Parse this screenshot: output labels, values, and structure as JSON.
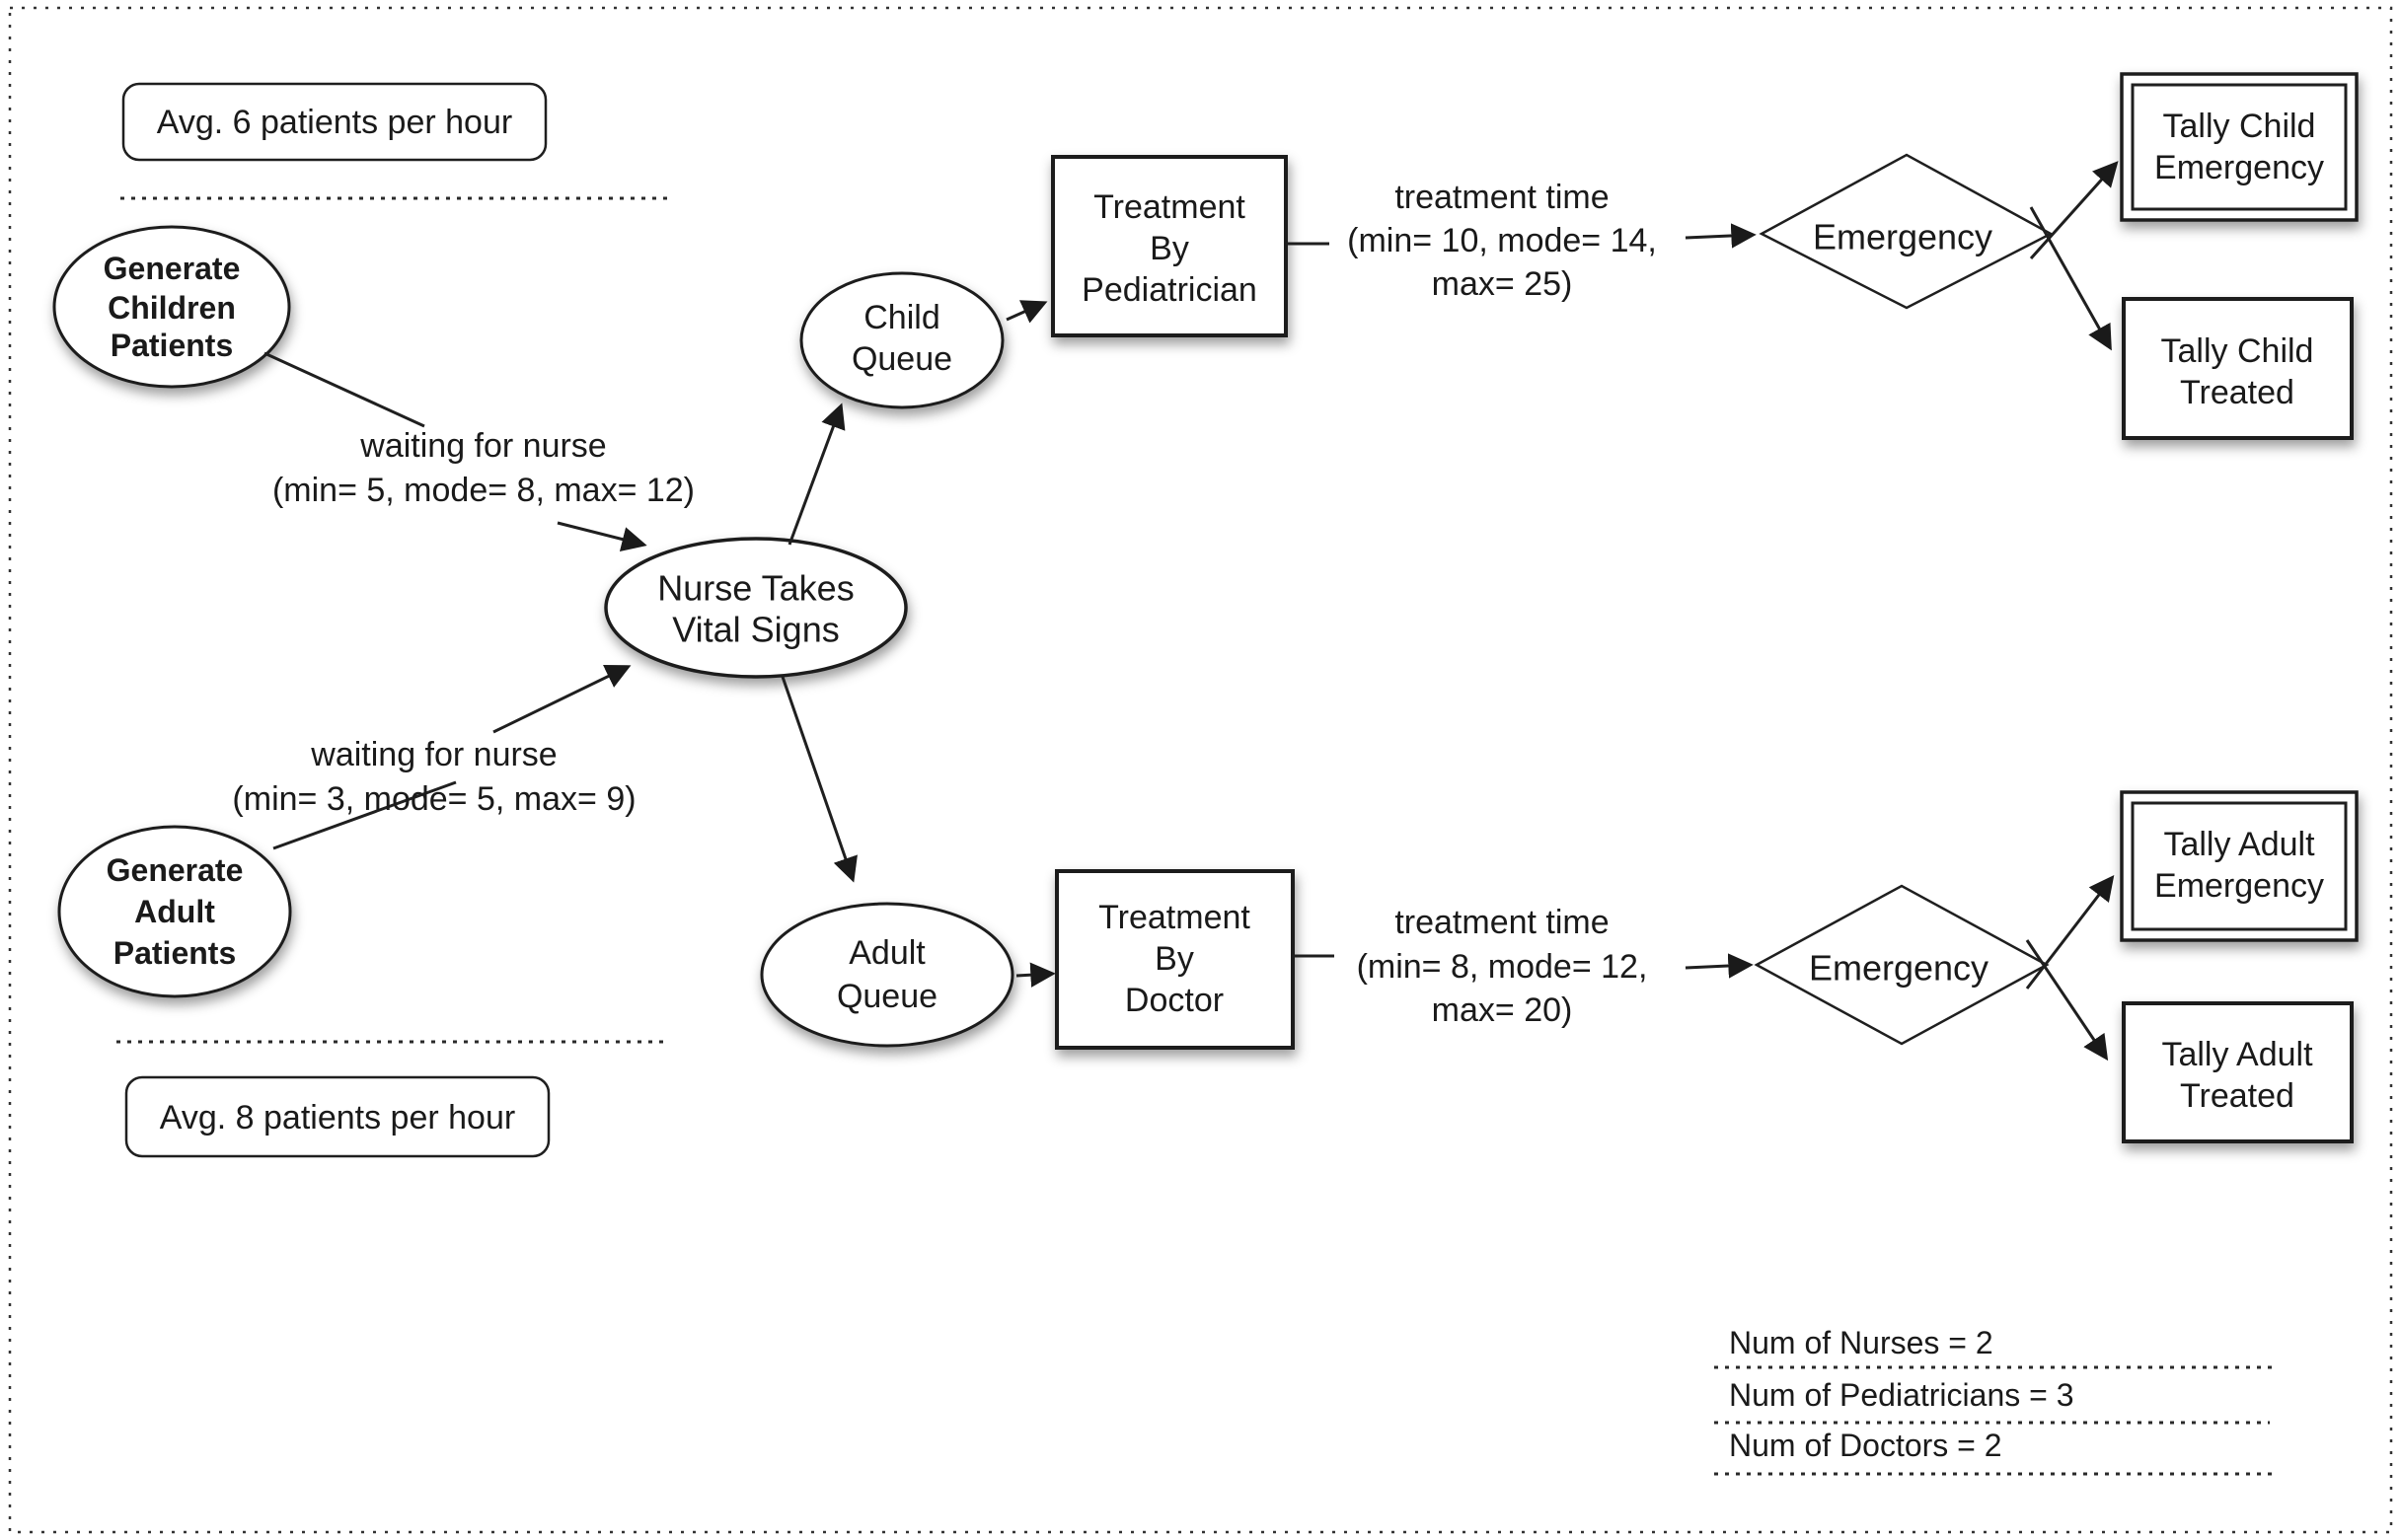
{
  "diagram": {
    "colors": {
      "ink": "#1a1a1a",
      "background": "#ffffff"
    },
    "rate_labels": {
      "children": "Avg. 6 patients per hour",
      "adults": "Avg. 8 patients per hour"
    },
    "sources": {
      "children": [
        "Generate",
        "Children",
        "Patients"
      ],
      "adults": [
        "Generate",
        "Adult",
        "Patients"
      ]
    },
    "wait_labels": {
      "children": [
        "waiting for nurse",
        "(min= 5, mode= 8, max= 12)"
      ],
      "adults": [
        "waiting for nurse",
        "(min= 3, mode= 5, max= 9)"
      ]
    },
    "nurse": [
      "Nurse Takes",
      "Vital Signs"
    ],
    "queues": {
      "child": [
        "Child",
        "Queue"
      ],
      "adult": [
        "Adult",
        "Queue"
      ]
    },
    "treatment": {
      "child": [
        "Treatment",
        "By",
        "Pediatrician"
      ],
      "adult": [
        "Treatment",
        "By",
        "Doctor"
      ]
    },
    "treatment_time": {
      "child": [
        "treatment time",
        "(min= 10, mode= 14,",
        "max= 25)"
      ],
      "adult": [
        "treatment time",
        "(min= 8, mode= 12,",
        "max= 20)"
      ]
    },
    "decisions": {
      "child": "Emergency",
      "adult": "Emergency"
    },
    "tallies": {
      "child_emergency": [
        "Tally Child",
        "Emergency"
      ],
      "child_treated": [
        "Tally Child",
        "Treated"
      ],
      "adult_emergency": [
        "Tally Adult",
        "Emergency"
      ],
      "adult_treated": [
        "Tally Adult",
        "Treated"
      ]
    },
    "resources": [
      "Num of Nurses = 2",
      "Num of Pediatricians = 3",
      "Num of Doctors = 2"
    ]
  }
}
